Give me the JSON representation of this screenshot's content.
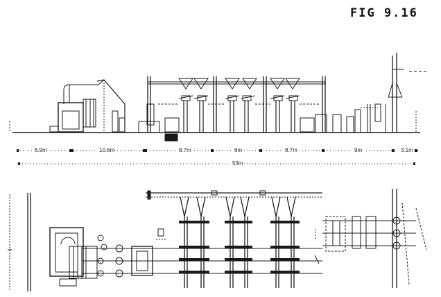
{
  "figure": {
    "title": "FIG 9.16"
  },
  "elevation_view": {
    "dimensions": [
      {
        "label": "6.9m"
      },
      {
        "label": "10.6m"
      },
      {
        "label": "8.7m"
      },
      {
        "label": "6m"
      },
      {
        "label": "8.7m"
      },
      {
        "label": "9m"
      },
      {
        "label": "3.1m"
      }
    ],
    "overall_dimension": "53m"
  },
  "plan_view": {
    "labels": []
  },
  "colors": {
    "ink": "#1a1a1a",
    "paper": "#ffffff"
  }
}
